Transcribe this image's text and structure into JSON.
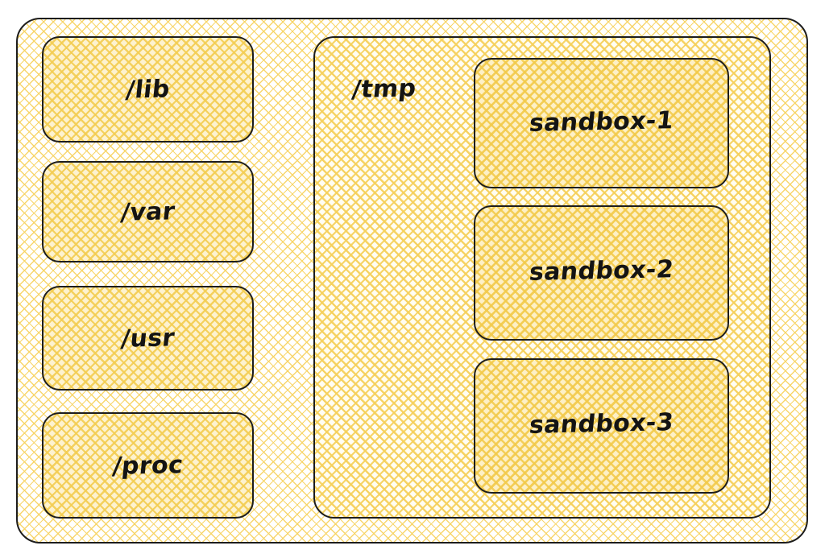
{
  "diagram": {
    "title": "filesystem-layout",
    "style": "hand-drawn-crosshatch",
    "colors": {
      "stroke": "#1d1d1d",
      "hatch": "#f3cd52",
      "leaf_fill": "#fdf2cf",
      "canvas": "#ffffff"
    },
    "root": {
      "name": "root-container",
      "label": ""
    },
    "directories": [
      {
        "label": "/lib"
      },
      {
        "label": "/var"
      },
      {
        "label": "/usr"
      },
      {
        "label": "/proc"
      }
    ],
    "tmp_group": {
      "label": "/tmp",
      "sandboxes": [
        {
          "label": "sandbox-1"
        },
        {
          "label": "sandbox-2"
        },
        {
          "label": "sandbox-3"
        }
      ]
    }
  }
}
